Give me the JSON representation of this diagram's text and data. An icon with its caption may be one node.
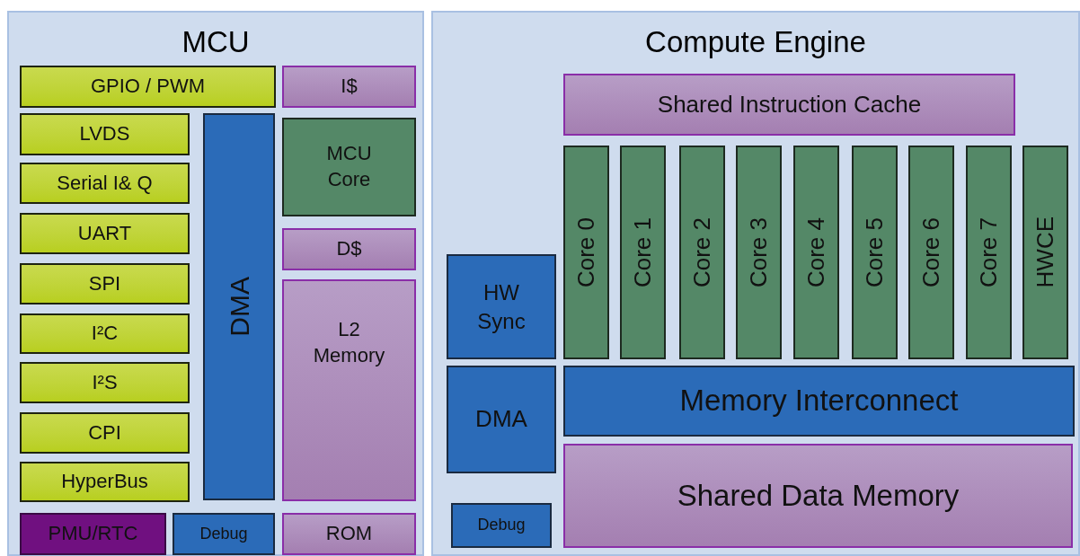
{
  "diagram": {
    "nodes": [
      {
        "text": [
          "MCU"
        ]
      },
      {
        "text": [
          "GPIO / PWM"
        ],
        "in": 0
      },
      {
        "text": [
          "I$"
        ],
        "in": 0
      },
      {
        "text": [
          "LVDS"
        ],
        "in": 0
      },
      {
        "text": [
          "Serial I& Q"
        ],
        "in": 0
      },
      {
        "text": [
          "UART"
        ],
        "in": 0
      },
      {
        "text": [
          "SPI"
        ],
        "in": 0
      },
      {
        "text": [
          "I²C"
        ],
        "in": 0
      },
      {
        "text": [
          "I²S"
        ],
        "in": 0
      },
      {
        "text": [
          "CPI"
        ],
        "in": 0
      },
      {
        "text": [
          "HyperBus"
        ],
        "in": 0
      },
      {
        "text": [
          "DMA"
        ],
        "in": 0
      },
      {
        "text": [
          "MCU Core"
        ],
        "in": 0
      },
      {
        "text": [
          "D$"
        ],
        "in": 0
      },
      {
        "text": [
          "L2 Memory"
        ],
        "in": 0
      },
      {
        "text": [
          "PMU/RTC"
        ],
        "in": 0
      },
      {
        "text": [
          "Debug"
        ],
        "in": 0
      },
      {
        "text": [
          "ROM"
        ],
        "in": 0
      },
      {
        "text": [
          "Compute Engine"
        ]
      },
      {
        "text": [
          "Shared Instruction Cache"
        ],
        "in": 18
      },
      {
        "text": [
          "Core 0"
        ],
        "in": 18
      },
      {
        "text": [
          "Core 1"
        ],
        "in": 18
      },
      {
        "text": [
          "Core 2"
        ],
        "in": 18
      },
      {
        "text": [
          "Core 3"
        ],
        "in": 18
      },
      {
        "text": [
          "Core 4"
        ],
        "in": 18
      },
      {
        "text": [
          "Core 5"
        ],
        "in": 18
      },
      {
        "text": [
          "Core 6"
        ],
        "in": 18
      },
      {
        "text": [
          "Core 7"
        ],
        "in": 18
      },
      {
        "text": [
          "HWCE"
        ],
        "in": 18
      },
      {
        "text": [
          "HW Sync"
        ],
        "in": 18
      },
      {
        "text": [
          "DMA"
        ],
        "in": 18
      },
      {
        "text": [
          "Memory Interconnect"
        ],
        "in": 18
      },
      {
        "text": [
          "Shared Data Memory"
        ],
        "in": 18
      },
      {
        "text": [
          "Debug"
        ],
        "in": 18
      }
    ]
  }
}
